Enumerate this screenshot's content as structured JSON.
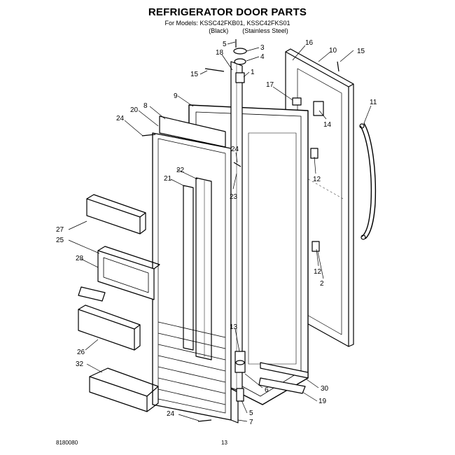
{
  "page": {
    "title": "REFRIGERATOR DOOR PARTS",
    "models_line": "For Models: KSSC42FKB01, KSSC42FKS01",
    "variants_line": "(Black)        (Stainless Steel)",
    "doc_number": "8180080",
    "page_number": "13"
  },
  "callouts": [
    "5",
    "3",
    "4",
    "18",
    "16",
    "10",
    "15",
    "15",
    "1",
    "17",
    "9",
    "8",
    "14",
    "11",
    "20",
    "24",
    "24",
    "22",
    "21",
    "12",
    "23",
    "27",
    "25",
    "28",
    "12",
    "2",
    "26",
    "13",
    "32",
    "6",
    "30",
    "19",
    "24",
    "5",
    "7"
  ]
}
